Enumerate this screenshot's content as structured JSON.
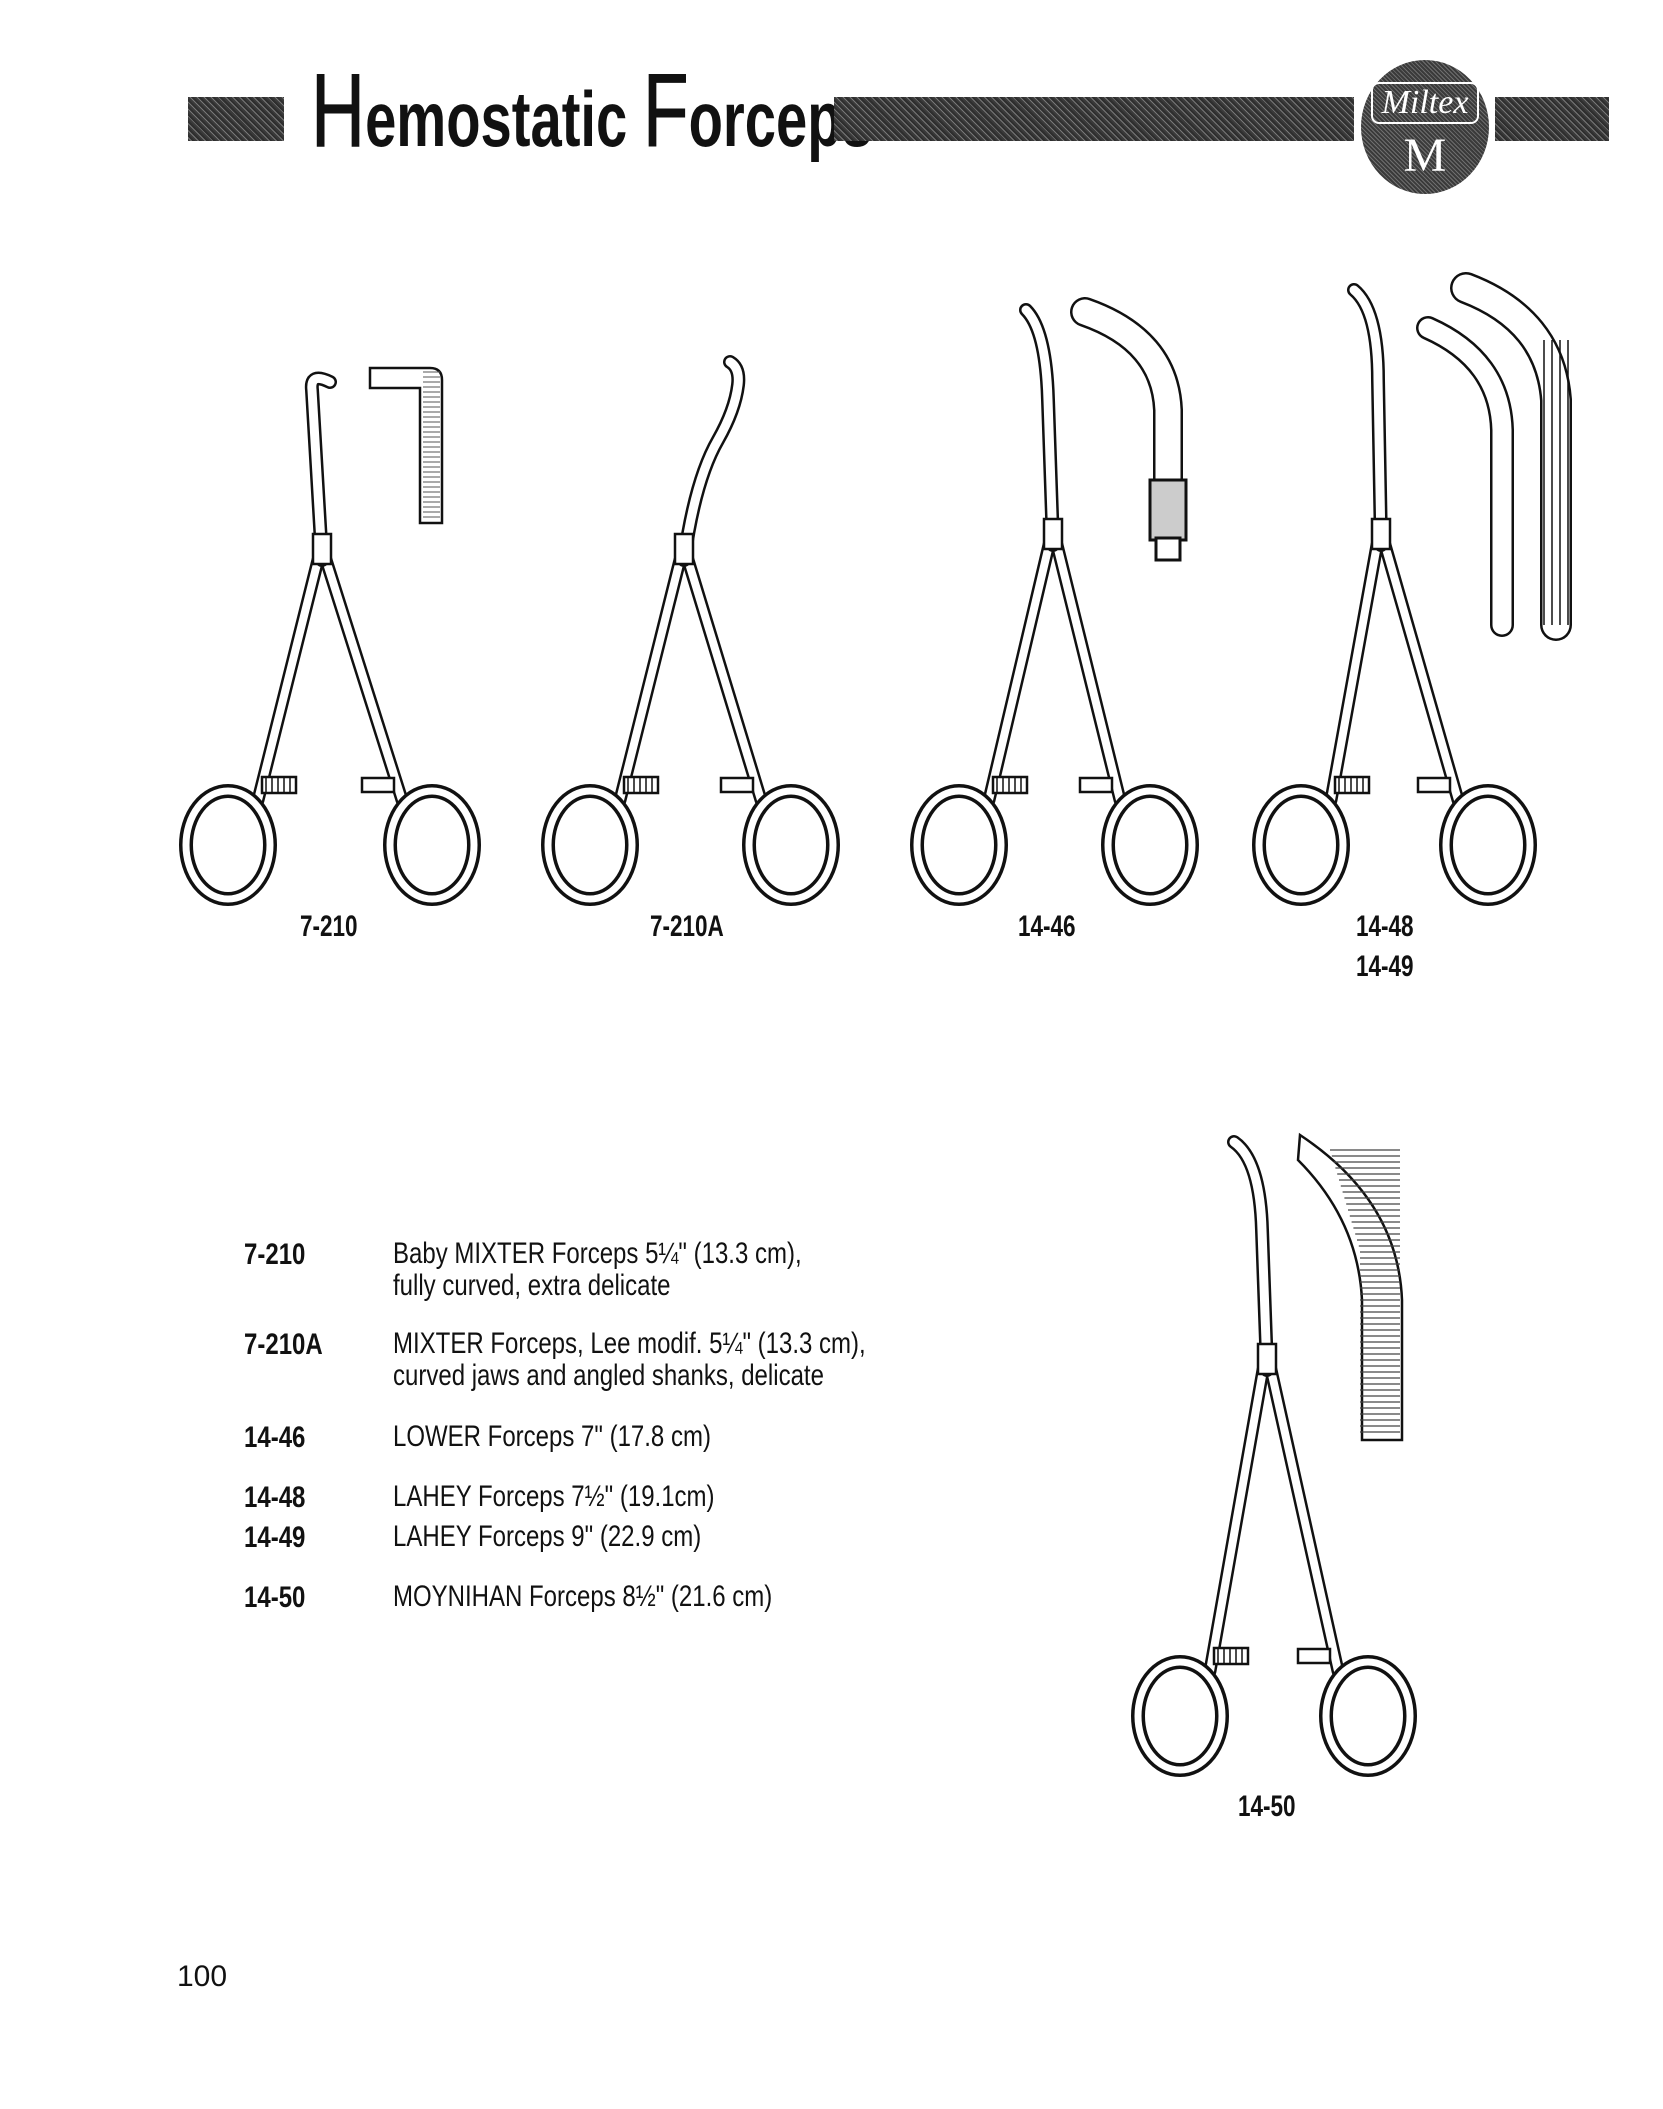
{
  "header": {
    "title_h": "H",
    "title_emostatic": "emostatic ",
    "title_f": "F",
    "title_orceps": "orceps",
    "logo_script": "Miltex",
    "logo_mark": "M"
  },
  "figure_labels": {
    "fig1": "7-210",
    "fig2": "7-210A",
    "fig3": "14-46",
    "fig4a": "14-48",
    "fig4b": "14-49",
    "fig5": "14-50"
  },
  "items": [
    {
      "code": "7-210",
      "line1": "Baby MIXTER Forceps 5¼\" (13.3 cm),",
      "line2": "fully curved, extra delicate"
    },
    {
      "code": "7-210A",
      "line1": "MIXTER Forceps, Lee modif. 5¼\" (13.3 cm),",
      "line2": "curved jaws and angled shanks, delicate"
    },
    {
      "code": "14-46",
      "line1": "LOWER Forceps 7\" (17.8 cm)"
    },
    {
      "code": "14-48",
      "line1": "LAHEY Forceps 7½\" (19.1cm)"
    },
    {
      "code": "14-49",
      "line1": "LAHEY Forceps 9\"    (22.9 cm)"
    },
    {
      "code": "14-50",
      "line1": "MOYNIHAN Forceps 8½\" (21.6 cm)"
    }
  ],
  "page_number": "100"
}
